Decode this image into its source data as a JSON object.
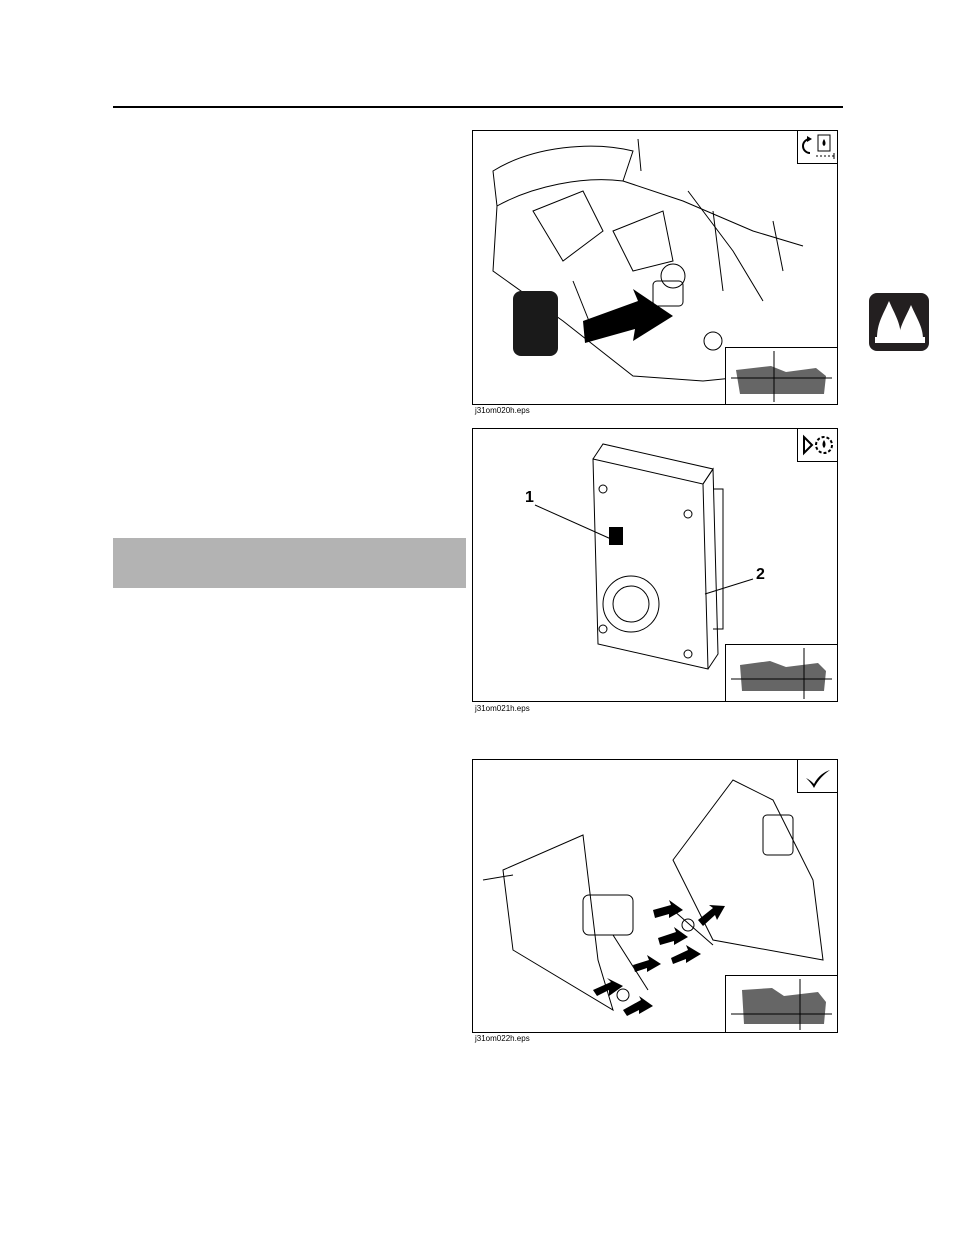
{
  "figures": [
    {
      "caption": "j31om020h.eps",
      "icon": "refill-fluid-icon"
    },
    {
      "caption": "j31om021h.eps",
      "icon": "check-fluid-level-icon",
      "callouts": [
        "1",
        "2"
      ]
    },
    {
      "caption": "j31om022h.eps",
      "icon": "checkmark-icon"
    }
  ],
  "side_tab": {
    "icon": "fluid-drops-icon"
  },
  "colors": {
    "tab": "#231f20",
    "gray_bar": "#b3b3b3",
    "line": "#000000"
  }
}
